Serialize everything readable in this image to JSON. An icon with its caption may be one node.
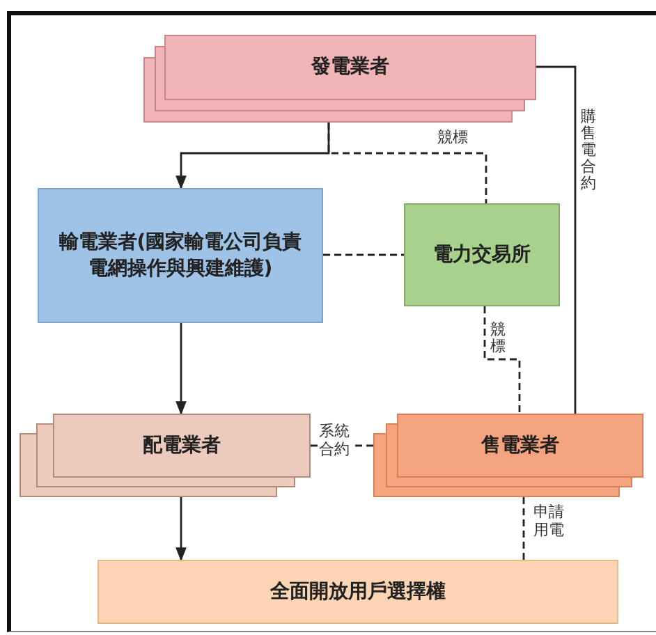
{
  "diagram": {
    "nodes": [
      {
        "text": [
          "發電業者"
        ]
      },
      {
        "text": [
          "輸電業者(國家輸電公司負責電網操作與興建維護)"
        ]
      },
      {
        "text": [
          "電力交易所"
        ]
      },
      {
        "text": [
          "配電業者"
        ]
      },
      {
        "text": [
          "售電業者"
        ]
      },
      {
        "text": [
          "全面開放用戶選擇權"
        ]
      }
    ],
    "edges": [
      {
        "from": 0,
        "to": 1,
        "arrow": "to"
      },
      {
        "from": 0,
        "to": 2,
        "arrow": "none",
        "label": "競標",
        "style": "dashed"
      },
      {
        "from": 1,
        "to": 2,
        "arrow": "none",
        "style": "dashed"
      },
      {
        "from": 0,
        "to": 4,
        "arrow": "none",
        "label": "購售電合約"
      },
      {
        "from": 2,
        "to": 4,
        "arrow": "none",
        "label": "競標",
        "style": "dashed"
      },
      {
        "from": 1,
        "to": 3,
        "arrow": "to"
      },
      {
        "from": 3,
        "to": 4,
        "arrow": "none",
        "label": "系統合約",
        "style": "dashed"
      },
      {
        "from": 3,
        "to": 5,
        "arrow": "to"
      },
      {
        "from": 4,
        "to": 5,
        "arrow": "none",
        "label": "申請用電",
        "style": "dashed"
      }
    ]
  }
}
